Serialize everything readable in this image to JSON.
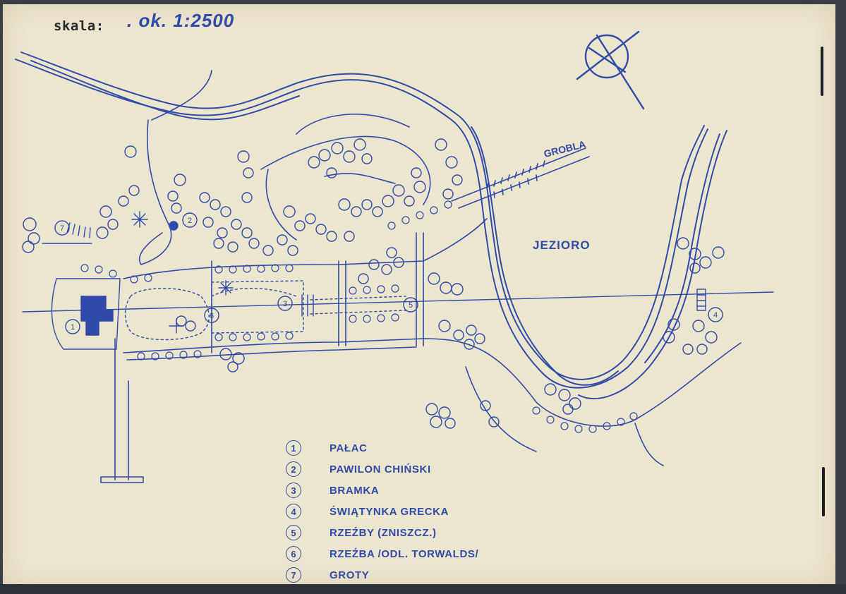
{
  "scale": {
    "label": "skala:",
    "value": ". ok. 1:2500"
  },
  "lake": {
    "label": "JEZIORO"
  },
  "causeway": {
    "label": "GROBLA"
  },
  "legend": [
    {
      "num": "1",
      "label": "PAŁAC"
    },
    {
      "num": "2",
      "label": "PAWILON CHIŃSKI"
    },
    {
      "num": "3",
      "label": "BRAMKA"
    },
    {
      "num": "4",
      "label": "ŚWIĄTYNKA GRECKA"
    },
    {
      "num": "5",
      "label": "RZEŹBY (ZNISZCZ.)"
    },
    {
      "num": "6",
      "label": "RZEŹBA /ODL. TORWALDS/"
    },
    {
      "num": "7",
      "label": "GROTY"
    }
  ],
  "map_markers": [
    "1",
    "2",
    "3",
    "4",
    "5",
    "6",
    "7"
  ],
  "colors": {
    "ink": "#2f4aa8",
    "paper": "#ede6cf",
    "typewriter": "#2a2a2e"
  },
  "icons": {
    "compass": "north-arrow-icon"
  }
}
